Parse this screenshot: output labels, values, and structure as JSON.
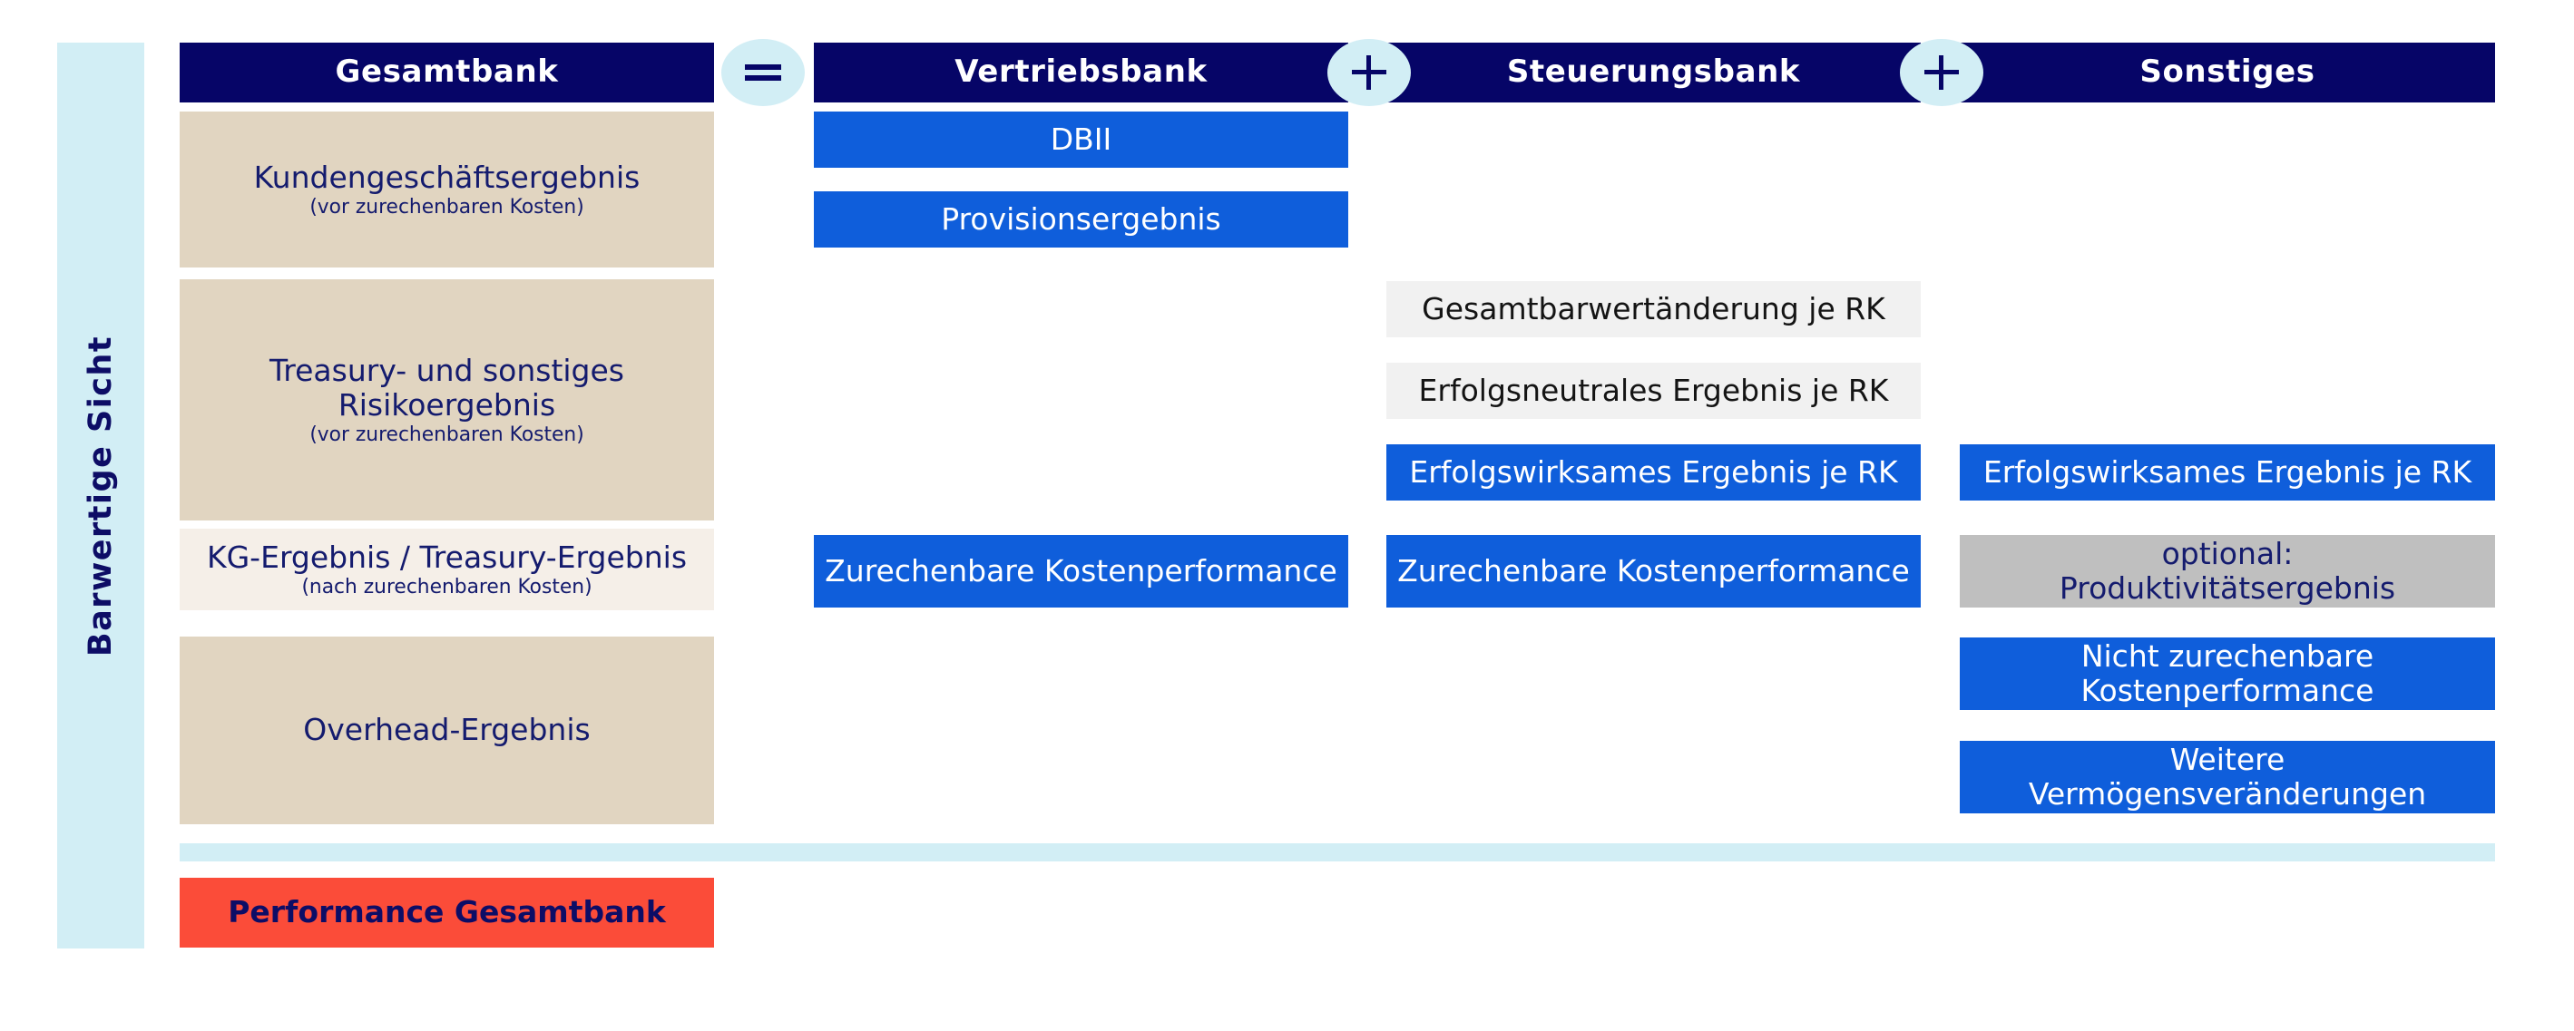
{
  "diagram": {
    "side_band": {
      "label": "Barwertige Sicht"
    },
    "columns": [
      {
        "key": "gesamtbank",
        "header": "Gesamtbank"
      },
      {
        "key": "vertriebsbank",
        "header": "Vertriebsbank"
      },
      {
        "key": "steuerungsbank",
        "header": "Steuerungsbank"
      },
      {
        "key": "sonstiges",
        "header": "Sonstiges"
      }
    ],
    "operators": [
      {
        "symbol": "=",
        "name": "equals-operator"
      },
      {
        "symbol": "+",
        "name": "plus-operator"
      },
      {
        "symbol": "+",
        "name": "plus-operator"
      }
    ],
    "gesamtbank_boxes": [
      {
        "title": "Kundengeschäftsergebnis",
        "sub": "(vor zurechenbaren Kosten)"
      },
      {
        "title": "Treasury- und sonstiges Risikoergebnis",
        "sub": "(vor zurechenbaren Kosten)"
      },
      {
        "title": "KG-Ergebnis / Treasury-Ergebnis",
        "sub": "(nach zurechenbaren Kosten)"
      },
      {
        "title": "Overhead-Ergebnis",
        "sub": ""
      }
    ],
    "vertriebsbank_boxes": [
      {
        "title": "DBII"
      },
      {
        "title": "Provisionsergebnis"
      },
      {
        "title": "Zurechenbare Kostenperformance"
      }
    ],
    "steuerungsbank_boxes": [
      {
        "title": "Gesamtbarwertänderung je RK"
      },
      {
        "title": "Erfolgsneutrales Ergebnis je RK"
      },
      {
        "title": "Erfolgswirksames Ergebnis je RK"
      },
      {
        "title": "Zurechenbare Kostenperformance"
      }
    ],
    "sonstiges_boxes": [
      {
        "title": "Erfolgswirksames Ergebnis je RK"
      },
      {
        "title": "optional:",
        "sub": "Produktivitätsergebnis"
      },
      {
        "title": "Nicht zurechenbare Kostenperformance"
      },
      {
        "title": "Weitere Vermögensveränderungen"
      }
    ],
    "result_box": {
      "title": "Performance Gesamtbank"
    },
    "colors": {
      "header_navy": "#060567",
      "accent_blue": "#0f5edb",
      "beige": "#e1d5c1",
      "cream": "#f5efe8",
      "light_grey": "#f1f1f1",
      "medium_grey": "#bfbfbf",
      "result_red": "#fb4c39",
      "band_light_blue": "#d2eef5",
      "text_navy": "#141b6e"
    }
  }
}
